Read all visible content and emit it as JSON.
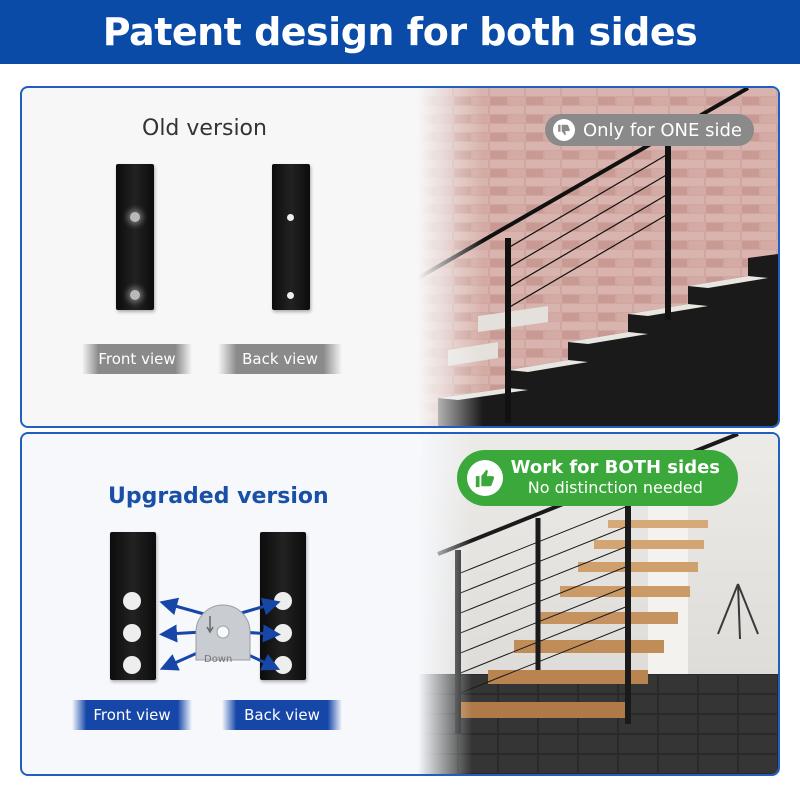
{
  "header": {
    "title": "Patent design for both sides"
  },
  "old_panel": {
    "title": "Old version",
    "front_label": "Front view",
    "back_label": "Back view",
    "badge_text": "Only for ONE side",
    "badge_icon": "thumbs-down-icon"
  },
  "new_panel": {
    "title": "Upgraded version",
    "front_label": "Front view",
    "back_label": "Back view",
    "gauge_text": "Down",
    "badge_line1": "Work for BOTH sides",
    "badge_line2": "No distinction needed",
    "badge_icon": "thumbs-up-icon"
  },
  "colors": {
    "header_blue": "#0a4ba8",
    "panel_border": "#1f5fbf",
    "green": "#3aa83a",
    "grey": "#8a8a8a"
  }
}
